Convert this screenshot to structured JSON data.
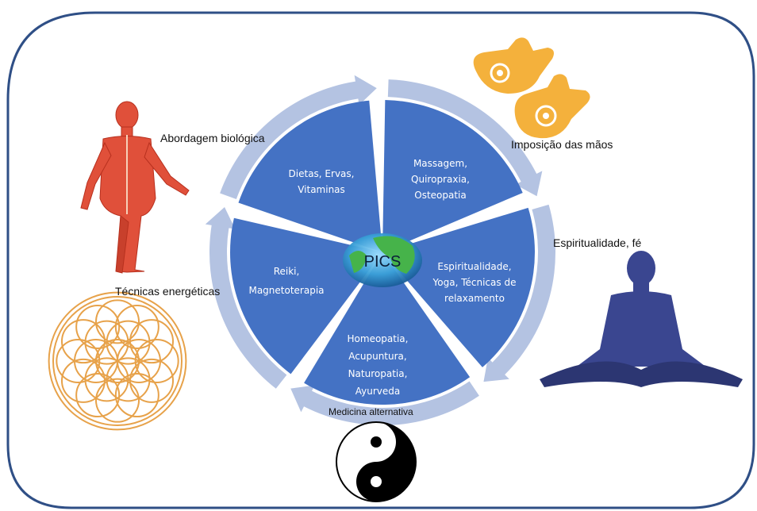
{
  "center_label": "PICS",
  "segments": [
    {
      "lines": [
        "Dietas, Ervas,",
        "Vitaminas"
      ]
    },
    {
      "lines": [
        "Massagem,",
        "Quiropraxia,",
        "Osteopatia"
      ]
    },
    {
      "lines": [
        "Espiritualidade,",
        "Yoga, Técnicas de",
        "relaxamento"
      ]
    },
    {
      "lines": [
        "Homeopatia,",
        "Acupuntura,",
        "Naturopatia,",
        "Ayurveda"
      ]
    },
    {
      "lines": [
        "Reiki,",
        "Magnetoterapia"
      ]
    }
  ],
  "outer_labels": {
    "top_left": "Abordagem biológica",
    "top_right": "Imposição das mãos",
    "right": "Espiritualidade, fé",
    "left": "Técnicas energéticas",
    "bottom": "Medicina alternativa"
  },
  "colors": {
    "frame": "#2f4f86",
    "segment": "#4472c4",
    "arrow_ring": "#b4c3e2",
    "earth_blue": "#3aa0d8",
    "earth_green": "#46b34a",
    "body_red": "#e0503a",
    "hand_orange": "#f4b13c",
    "meditation_blue": "#3a4690",
    "flower_orange": "#e7a24a"
  },
  "icons": [
    "human-body-icon",
    "hands-icon",
    "meditation-figure-icon",
    "flower-of-life-icon",
    "yin-yang-icon",
    "earth-globe-icon"
  ]
}
